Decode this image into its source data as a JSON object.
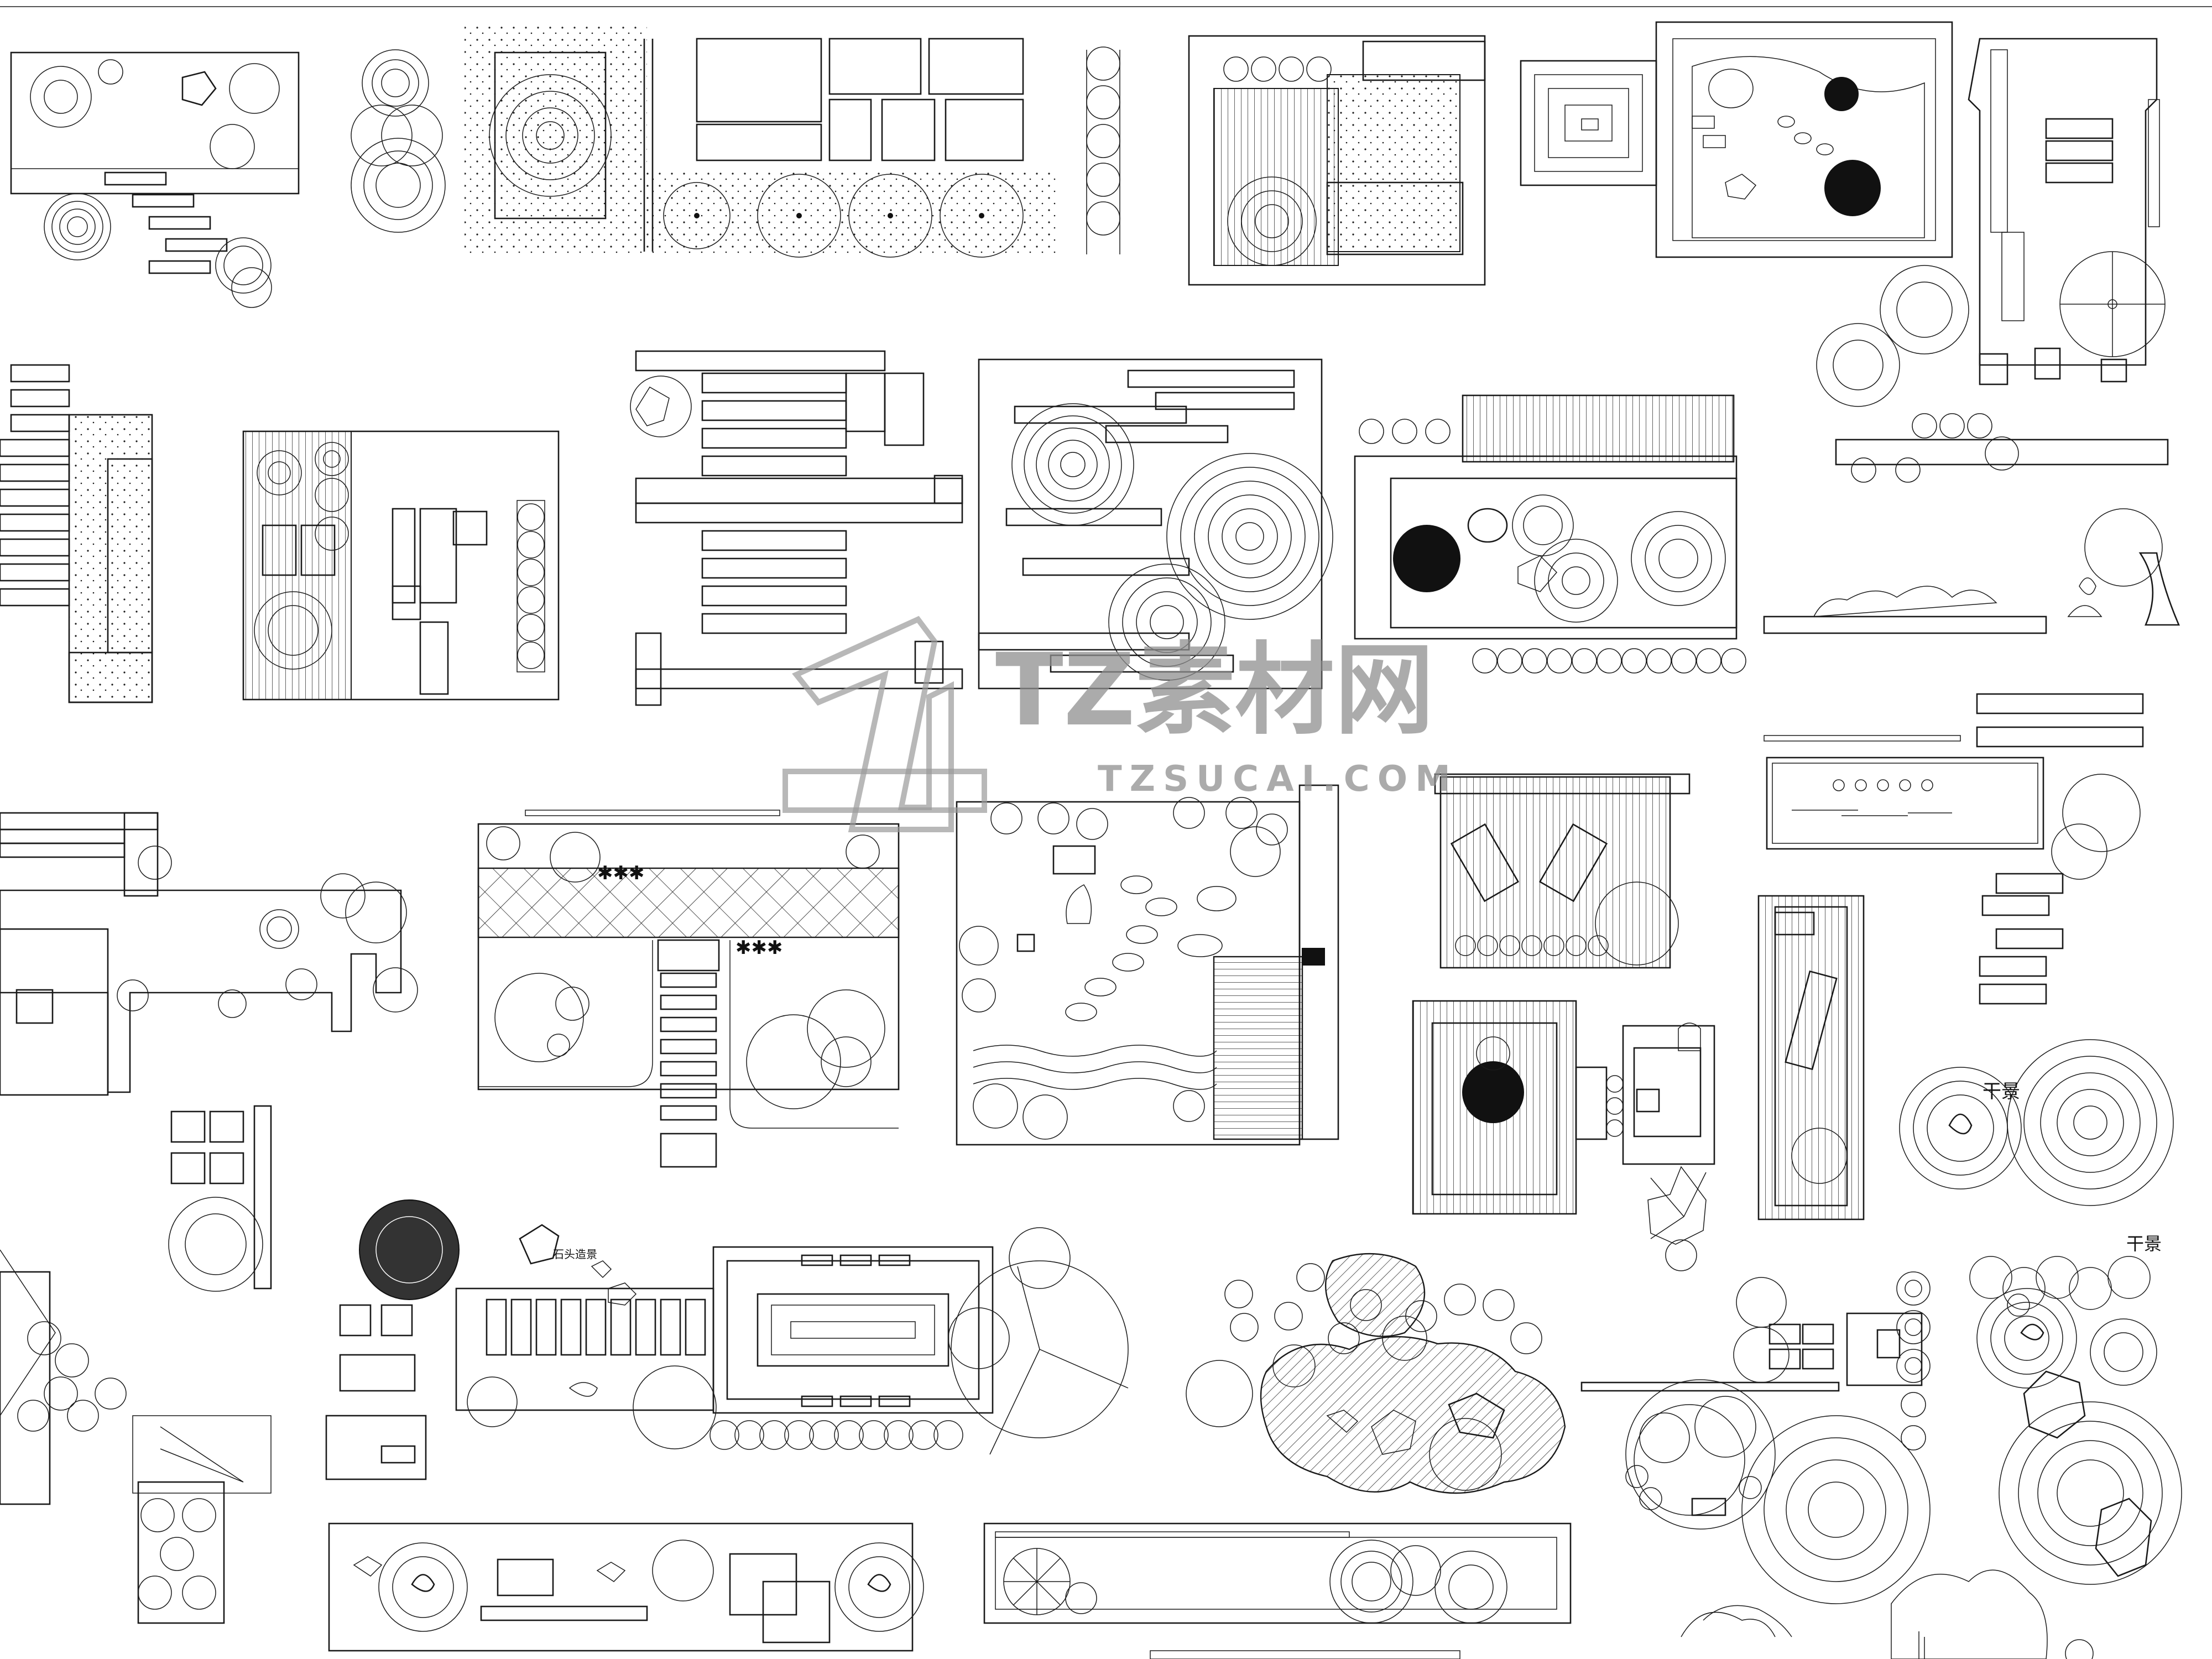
{
  "watermark": {
    "brand": "TZ素材网",
    "url": "TZSUCAI.COM",
    "color": "#8f8f8f"
  },
  "labels": {
    "dry_landscape_1": "干景",
    "dry_landscape_2": "干景",
    "stone_note": "石头造景"
  },
  "icons": [
    "tree-canopy-icon",
    "shrub-icon",
    "boulder-icon",
    "raked-gravel-icon"
  ],
  "colors": {
    "line": "#1a1a1a",
    "background": "#ffffff"
  }
}
